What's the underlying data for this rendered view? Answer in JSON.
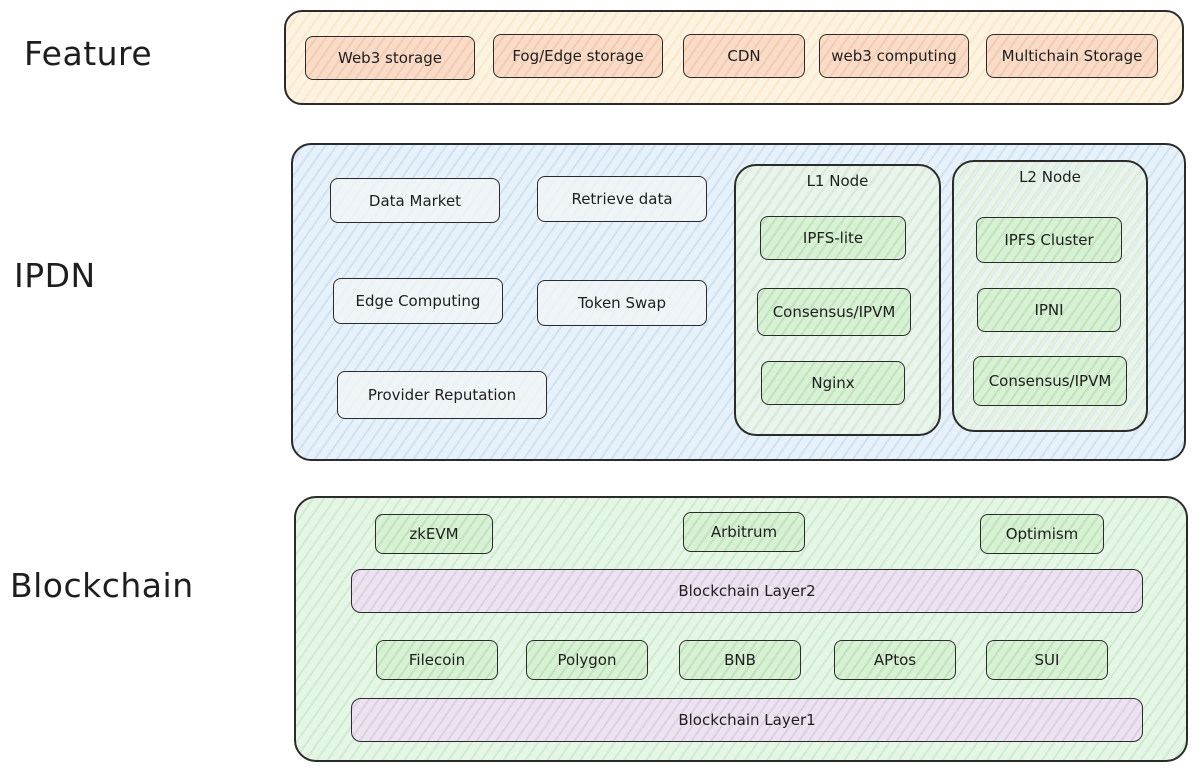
{
  "layers": {
    "feature": {
      "label": "Feature",
      "items": [
        "Web3 storage",
        "Fog/Edge storage",
        "CDN",
        "web3 computing",
        "Multichain Storage"
      ]
    },
    "ipdn": {
      "label": "IPDN",
      "items": [
        "Data Market",
        "Retrieve data",
        "Edge Computing",
        "Token Swap",
        "Provider Reputation"
      ],
      "l1_node": {
        "title": "L1 Node",
        "items": [
          "IPFS-lite",
          "Consensus/IPVM",
          "Nginx"
        ]
      },
      "l2_node": {
        "title": "L2 Node",
        "items": [
          "IPFS Cluster",
          "IPNI",
          "Consensus/IPVM"
        ]
      }
    },
    "blockchain": {
      "label": "Blockchain",
      "layer2_items": [
        "zkEVM",
        "Arbitrum",
        "Optimism"
      ],
      "layer2_bar": "Blockchain Layer2",
      "layer1_items": [
        "Filecoin",
        "Polygon",
        "BNB",
        "APtos",
        "SUI"
      ],
      "layer1_bar": "Blockchain Layer1"
    }
  },
  "colors": {
    "feature_bg": "#fdf3e1",
    "ipdn_bg": "#e7f1fa",
    "blockchain_bg": "#e6f6e6",
    "orange_box": "#f8dcc8",
    "green_box": "#d8f0d4",
    "purple_bar": "#ebe3ef",
    "stroke": "#2b2b2b"
  }
}
